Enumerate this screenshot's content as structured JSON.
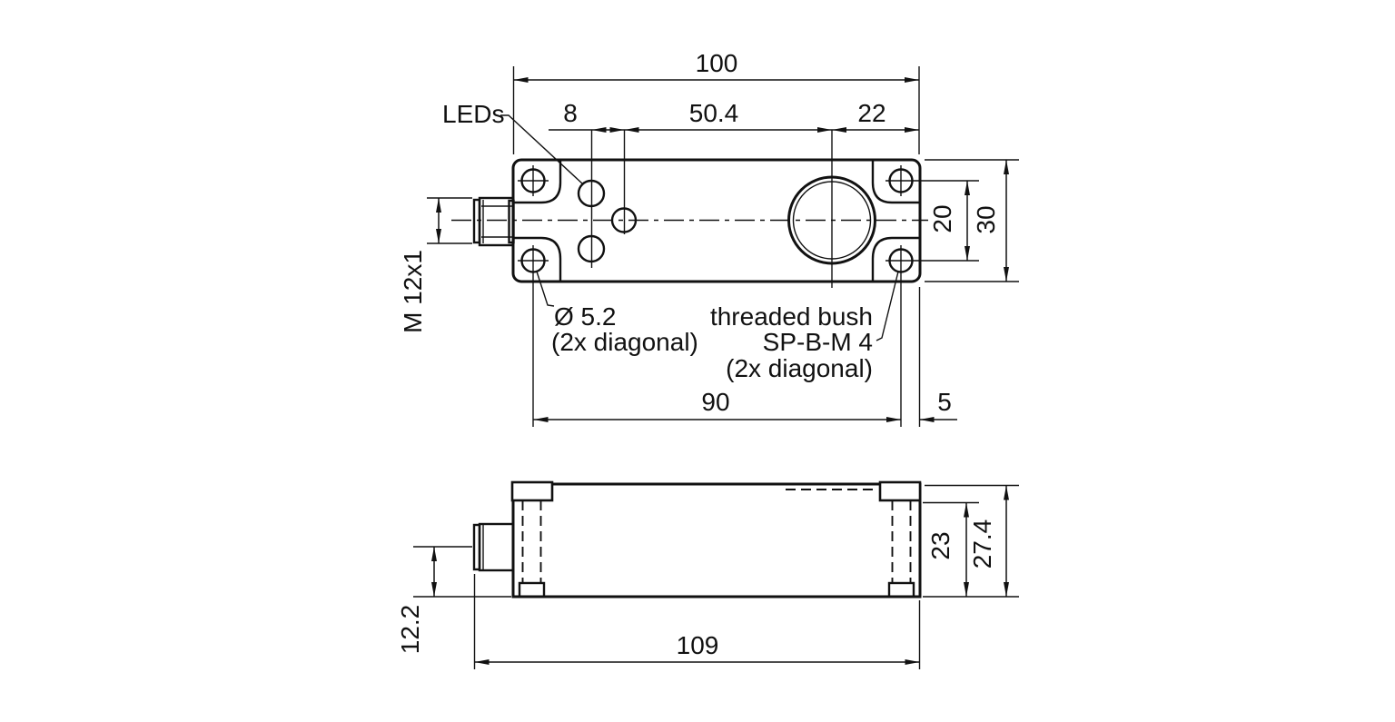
{
  "drawing": {
    "type": "technical-dimension-drawing",
    "units": "mm"
  },
  "top_view": {
    "labels": {
      "leds": "LEDs",
      "connector_thread": "M 12x1",
      "hole_diameter": "Ø 5.2",
      "hole_note": "(2x diagonal)",
      "bush_line1": "threaded bush",
      "bush_line2": "SP-B-M 4",
      "bush_line3": "(2x diagonal)"
    },
    "dims": {
      "total_width": "100",
      "led_spacing": "8",
      "face_offset": "50.4",
      "face_to_edge": "22",
      "hole_spacing_vertical": "20",
      "body_height": "30",
      "hole_spacing_horizontal": "90",
      "hole_to_edge": "5"
    }
  },
  "side_view": {
    "dims": {
      "total_length": "109",
      "connector_center_height": "12.2",
      "body_height": "23",
      "total_height": "27.4"
    }
  },
  "colors": {
    "line": "#111111",
    "background": "#ffffff"
  }
}
